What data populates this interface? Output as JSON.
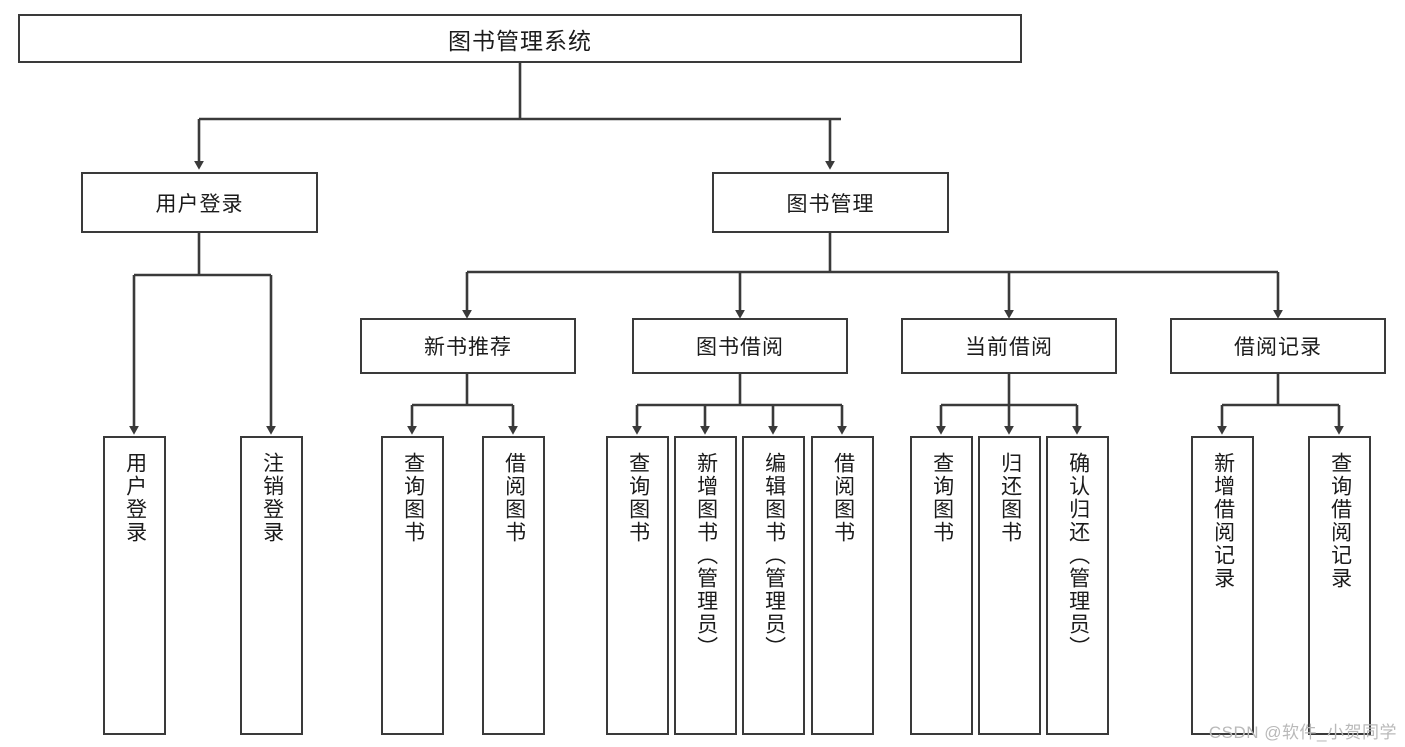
{
  "diagram": {
    "title": "图书管理系统",
    "type": "tree",
    "watermark": "CSDN @软件_小贺同学",
    "colors": {
      "background": "#ffffff",
      "box_border": "#3a3a3a",
      "connector": "#3a3a3a",
      "text": "#1b1b1b",
      "watermark": "#b9b9b9"
    },
    "nodes": {
      "root": {
        "label": "图书管理系统"
      },
      "level1": [
        {
          "id": "user-login",
          "label": "用户登录"
        },
        {
          "id": "book-manage",
          "label": "图书管理"
        }
      ],
      "level2": [
        {
          "id": "new-book-recommend",
          "label": "新书推荐"
        },
        {
          "id": "book-borrow",
          "label": "图书借阅"
        },
        {
          "id": "current-borrow",
          "label": "当前借阅"
        },
        {
          "id": "borrow-record",
          "label": "借阅记录"
        }
      ],
      "leaves": {
        "user-login": [
          {
            "id": "leaf-user-login",
            "label": "用户登录"
          },
          {
            "id": "leaf-logout",
            "label": "注销登录"
          }
        ],
        "new-book-recommend": [
          {
            "id": "leaf-query-book-1",
            "label": "查询图书"
          },
          {
            "id": "leaf-borrow-book-1",
            "label": "借阅图书"
          }
        ],
        "book-borrow": [
          {
            "id": "leaf-query-book-2",
            "label": "查询图书"
          },
          {
            "id": "leaf-add-book",
            "label": "新增图书（管理员）"
          },
          {
            "id": "leaf-edit-book",
            "label": "编辑图书（管理员）"
          },
          {
            "id": "leaf-borrow-book-2",
            "label": "借阅图书"
          }
        ],
        "current-borrow": [
          {
            "id": "leaf-query-book-3",
            "label": "查询图书"
          },
          {
            "id": "leaf-return-book",
            "label": "归还图书"
          },
          {
            "id": "leaf-confirm-return",
            "label": "确认归还（管理员）"
          }
        ],
        "borrow-record": [
          {
            "id": "leaf-add-record",
            "label": "新增借阅记录"
          },
          {
            "id": "leaf-query-record",
            "label": "查询借阅记录"
          }
        ]
      }
    }
  }
}
